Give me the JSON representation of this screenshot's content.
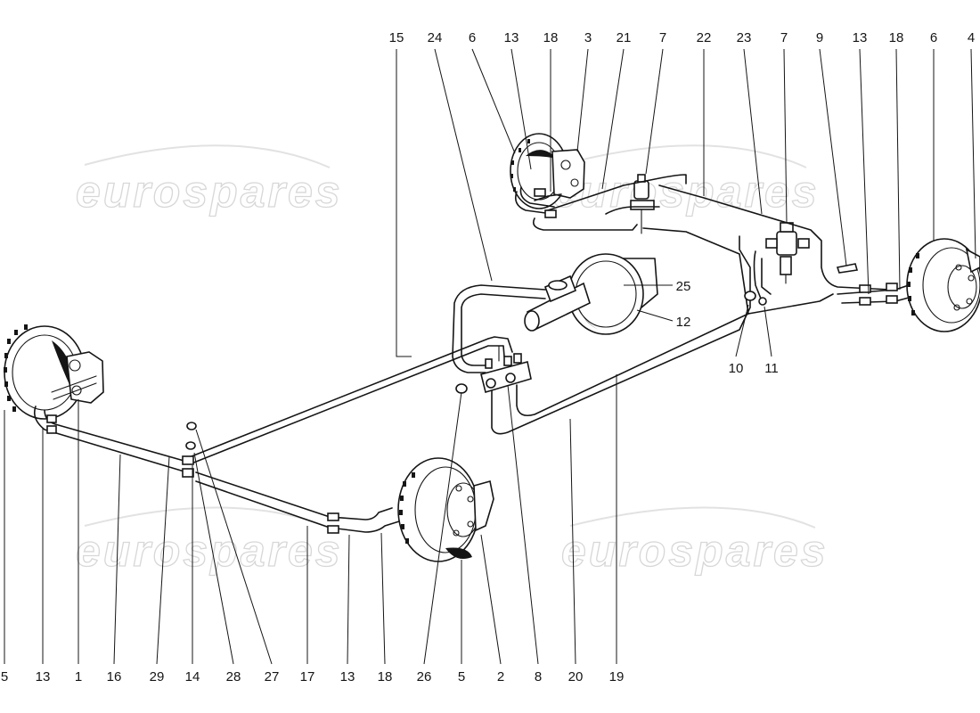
{
  "watermark": {
    "text": "eurospares"
  },
  "callouts": {
    "c_15": "15",
    "c_24": "24",
    "c_6a": "6",
    "c_13a": "13",
    "c_18a": "18",
    "c_3": "3",
    "c_21": "21",
    "c_7a": "7",
    "c_22": "22",
    "c_23": "23",
    "c_7b": "7",
    "c_9": "9",
    "c_13b": "13",
    "c_18b": "18",
    "c_6b": "6",
    "c_4": "4",
    "c_25": "25",
    "c_12": "12",
    "c_10": "10",
    "c_11": "11",
    "c_5a": "5",
    "c_13c": "13",
    "c_1": "1",
    "c_16": "16",
    "c_29": "29",
    "c_14": "14",
    "c_28": "28",
    "c_27": "27",
    "c_17": "17",
    "c_13d": "13",
    "c_18c": "18",
    "c_26": "26",
    "c_5b": "5",
    "c_2": "2",
    "c_8": "8",
    "c_20": "20",
    "c_19": "19"
  },
  "colors": {
    "ink": "#151515",
    "watermark": "#d7d7d7",
    "background": "#ffffff"
  }
}
